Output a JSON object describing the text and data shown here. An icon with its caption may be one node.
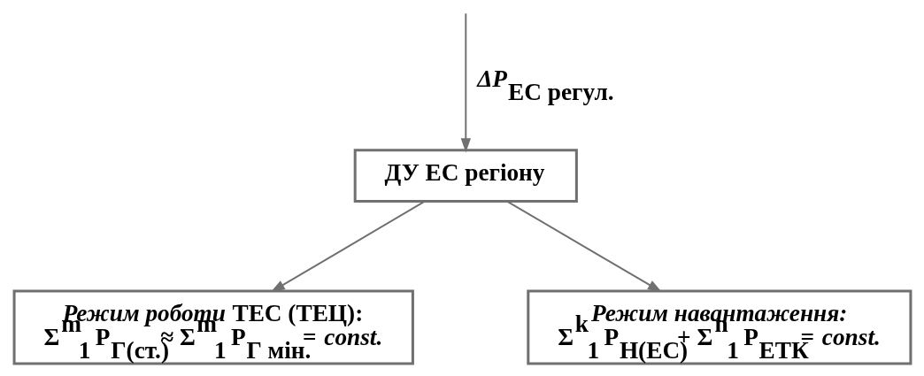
{
  "diagram": {
    "nodes": [
      {
        "text": [
          "ДУ ЕС регіону"
        ]
      },
      {
        "text": [
          "*Режим роботи* ТЕС (ТЕЦ):",
          "Σ$^{m}$$_{1}$ P$_{Г(ст.)}$≈ Σ$^{m}$$_{1}$ P$_{Г мін.}$= *const.*"
        ]
      },
      {
        "text": [
          "*Режим навантаження:*",
          "Σ$^{k}$$_{1}$ P$_{H(ЕС)}$+ Σ$^{n}$$_{1}$ P$_{ЕТК}$= *const.*"
        ]
      }
    ],
    "edges": [
      {
        "from": null,
        "to": 0,
        "arrow": "to",
        "label": "*ΔP*$_{ЕС регул.}$"
      },
      {
        "from": 0,
        "to": 1,
        "arrow": "to"
      },
      {
        "from": 0,
        "to": 2,
        "arrow": "to"
      }
    ]
  }
}
